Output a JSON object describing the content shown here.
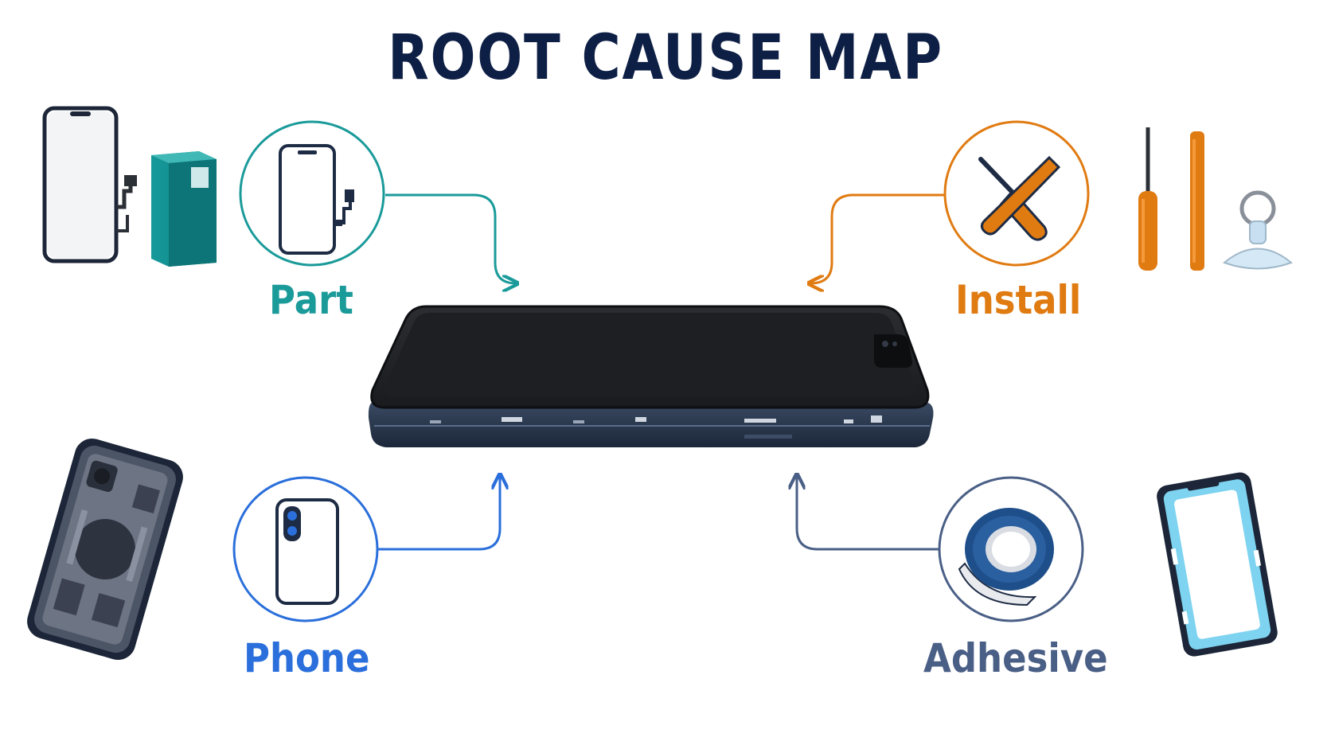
{
  "title": "ROOT CAUSE MAP",
  "causes": [
    {
      "id": "part",
      "label": "Part",
      "color": "#1b9a9a",
      "icon": "screen-flex-icon",
      "photo": "replacement-screen-box-photo"
    },
    {
      "id": "install",
      "label": "Install",
      "color": "#e07b12",
      "icon": "screwdriver-spudger-icon",
      "photo": "repair-tools-photo"
    },
    {
      "id": "phone",
      "label": "Phone",
      "color": "#2a6fdb",
      "icon": "phone-back-icon",
      "photo": "phone-housing-photo"
    },
    {
      "id": "adhesive",
      "label": "Adhesive",
      "color": "#4a5f86",
      "icon": "adhesive-tape-roll-icon",
      "photo": "adhesive-frame-photo"
    }
  ],
  "center": {
    "icon": "phone-screen-lifted-photo"
  },
  "colors": {
    "title": "#0e1f45",
    "background": "#ffffff",
    "phone_body": "#1f2a3c",
    "phone_screen": "#202226"
  }
}
